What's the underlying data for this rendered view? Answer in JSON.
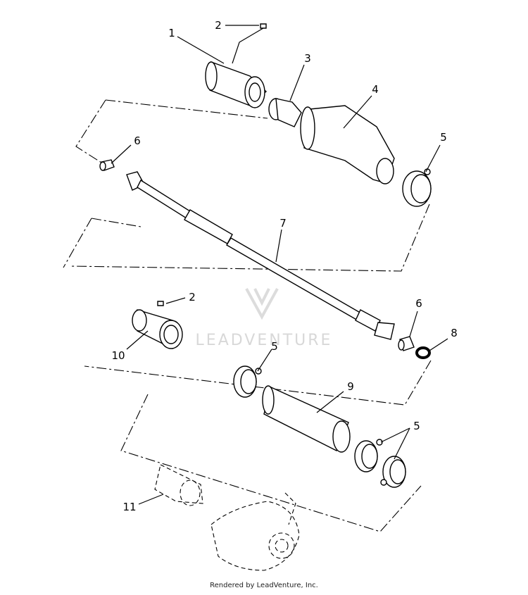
{
  "callouts": {
    "c1": "1",
    "c2a": "2",
    "c2b": "2",
    "c3": "3",
    "c4": "4",
    "c5a": "5",
    "c5b": "5",
    "c5c": "5",
    "c6a": "6",
    "c6b": "6",
    "c7": "7",
    "c8": "8",
    "c9": "9",
    "c10": "10",
    "c11": "11"
  },
  "watermark": {
    "text": "LEADVENTURE"
  },
  "footer": {
    "text": "Rendered by LeadVenture, Inc."
  }
}
